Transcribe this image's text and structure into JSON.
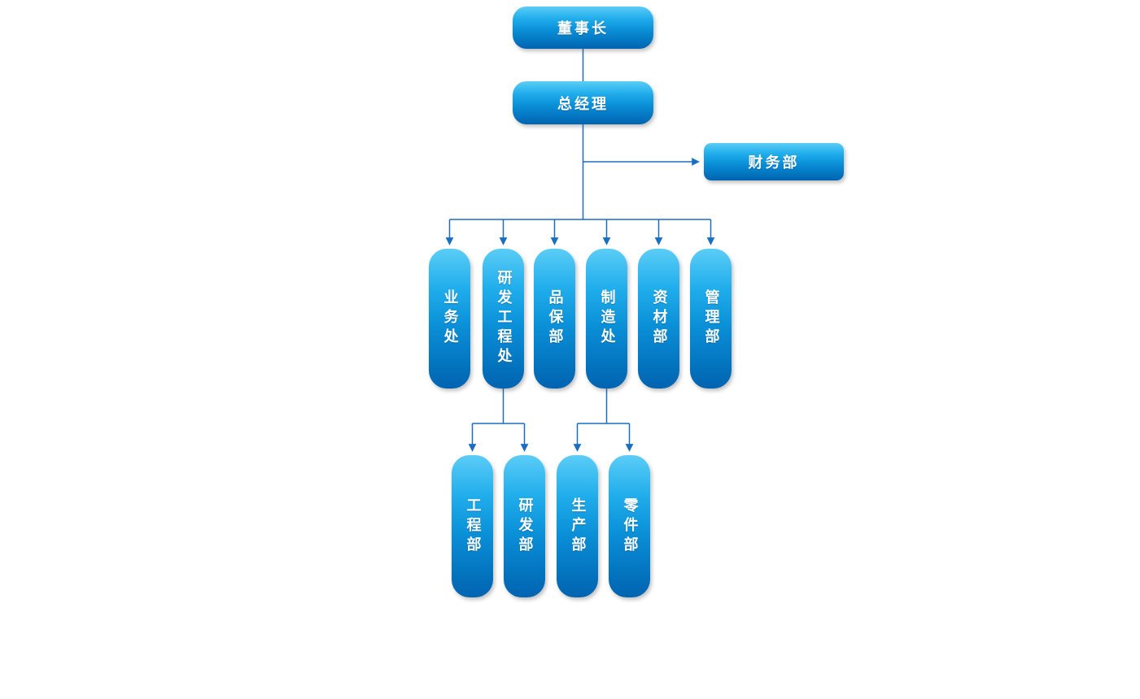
{
  "diagram": {
    "type": "org-chart",
    "colors": {
      "node_gradient_top": "#5bcdf6",
      "node_gradient_bottom": "#0063b0",
      "connector": "#1c6fbe",
      "label_text": "#ffffff",
      "background": "#ffffff"
    },
    "nodes": {
      "chairman": {
        "label": "董事长"
      },
      "general_manager": {
        "label": "总经理"
      },
      "finance": {
        "label": "财务部"
      },
      "departments": [
        {
          "label": "业务处"
        },
        {
          "label": "研发工程处"
        },
        {
          "label": "品保部"
        },
        {
          "label": "制造处"
        },
        {
          "label": "资材部"
        },
        {
          "label": "管理部"
        }
      ],
      "rd_children": [
        {
          "label": "工程部"
        },
        {
          "label": "研发部"
        }
      ],
      "mfg_children": [
        {
          "label": "生产部"
        },
        {
          "label": "零件部"
        }
      ]
    }
  }
}
